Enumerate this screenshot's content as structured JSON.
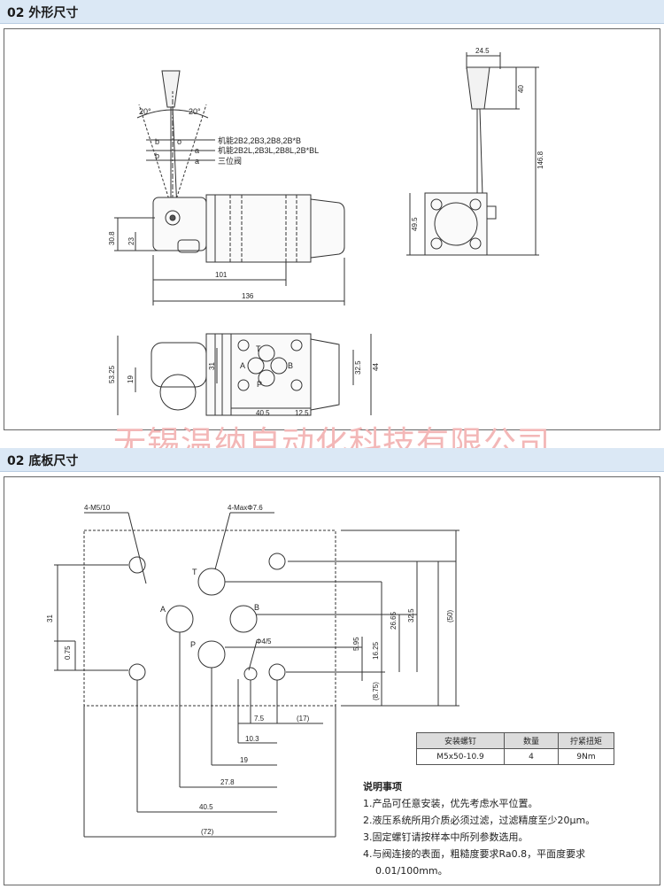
{
  "section1": {
    "title": "02 外形尺寸"
  },
  "section2": {
    "title": "02 底板尺寸"
  },
  "watermark": "无锡温纳自动化科技有限公司",
  "front": {
    "angle_left": "20°",
    "angle_right": "20°",
    "note1": "机能2B2,2B3,2B8,2B*B",
    "note2": "机能2B2L,2B3L,2B8L,2B*BL",
    "note3": "三位阀",
    "b": "b",
    "o": "o",
    "a": "a",
    "dim_308": "30.8",
    "dim_23": "23",
    "dim_101": "101",
    "dim_136": "136"
  },
  "side": {
    "dim_245": "24.5",
    "dim_40": "40",
    "dim_1468": "146.8",
    "dim_495": "49.5"
  },
  "top": {
    "dim_5325": "53.25",
    "dim_19": "19",
    "dim_31": "31",
    "dim_325": "32.5",
    "dim_44": "44",
    "dim_405": "40.5",
    "dim_125": "12.5",
    "T": "T",
    "A": "A",
    "B": "B",
    "P": "P"
  },
  "plate": {
    "m5": "4-M5/10",
    "maxphi": "4-MaxΦ7.6",
    "phi45": "Φ4/5",
    "T": "T",
    "A": "A",
    "B": "B",
    "P": "P",
    "d31": "31",
    "d075": "0.75",
    "d595": "5.95",
    "d1625": "16.25",
    "d2665": "26.65",
    "d325": "32.5",
    "d50": "(50)",
    "d875": "(8.75)",
    "d75": "7.5",
    "d17": "(17)",
    "d103": "10.3",
    "d19": "19",
    "d278": "27.8",
    "d405": "40.5",
    "d72": "(72)"
  },
  "table": {
    "headers": [
      "安装螺钉",
      "数量",
      "拧紧扭矩"
    ],
    "row": [
      "M5x50-10.9",
      "4",
      "9Nm"
    ]
  },
  "notes": {
    "title": "说明事项",
    "items": [
      "1.产品可任意安装，优先考虑水平位置。",
      "2.液压系统所用介质必须过滤，过滤精度至少20μm。",
      "3.固定螺钉请按样本中所列参数选用。",
      "4.与阀连接的表面，粗糙度要求Ra0.8，平面度要求",
      "0.01/100mm。"
    ]
  }
}
